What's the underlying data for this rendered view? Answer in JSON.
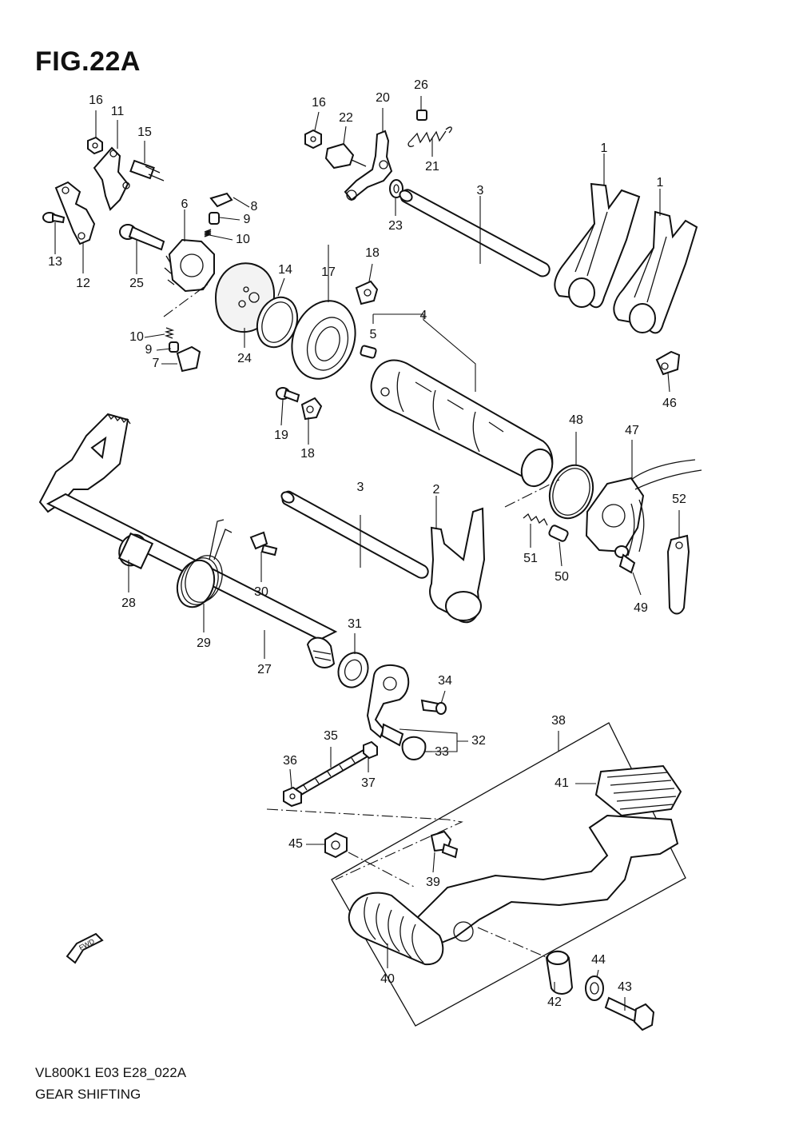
{
  "figure": {
    "title": "FIG.22A",
    "model_code": "VL800K1 E03 E28_022A",
    "section_name": "GEAR SHIFTING",
    "fwd_label": "FWD"
  },
  "callouts": [
    "1",
    "1",
    "2",
    "3",
    "3",
    "4",
    "5",
    "6",
    "7",
    "8",
    "9",
    "9",
    "10",
    "10",
    "11",
    "12",
    "13",
    "14",
    "15",
    "16",
    "16",
    "17",
    "18",
    "18",
    "19",
    "20",
    "21",
    "22",
    "23",
    "24",
    "25",
    "26",
    "27",
    "28",
    "29",
    "30",
    "31",
    "32",
    "33",
    "34",
    "35",
    "36",
    "37",
    "38",
    "39",
    "40",
    "41",
    "42",
    "43",
    "44",
    "45",
    "46",
    "47",
    "48",
    "49",
    "50",
    "51",
    "52"
  ]
}
